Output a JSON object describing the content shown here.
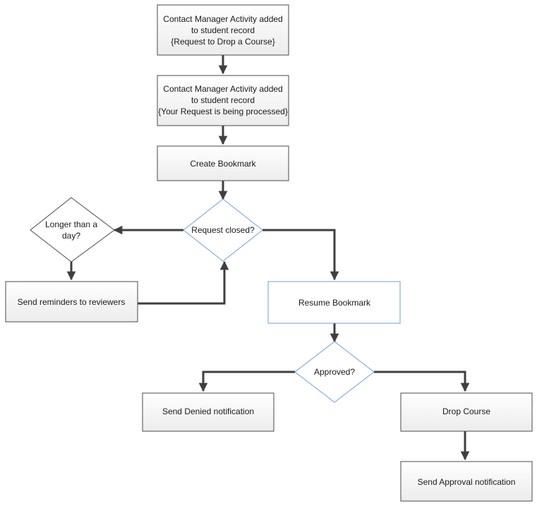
{
  "nodes": {
    "activity_drop_request": {
      "lines": [
        "Contact Manager Activity added",
        "to student record",
        "{Request to Drop a Course}"
      ]
    },
    "activity_processing": {
      "lines": [
        "Contact Manager Activity added",
        "to student record",
        "{Your Request is being processed}"
      ]
    },
    "create_bookmark": {
      "label": "Create Bookmark"
    },
    "request_closed": {
      "label": "Request closed?"
    },
    "longer_than_day": {
      "lines": [
        "Longer than a",
        "day?"
      ]
    },
    "send_reminders": {
      "label": "Send reminders to reviewers"
    },
    "resume_bookmark": {
      "label": "Resume Bookmark"
    },
    "approved": {
      "label": "Approved?"
    },
    "send_denied": {
      "label": "Send Denied notification"
    },
    "drop_course": {
      "label": "Drop Course"
    },
    "send_approval": {
      "label": "Send Approval notification"
    }
  },
  "colors": {
    "box_border": "#4a4a4a",
    "decision_border": "#6f9fd8",
    "connector": "#3f3f3f",
    "box_fill_top": "#ffffff",
    "box_fill_bottom": "#ececec"
  }
}
